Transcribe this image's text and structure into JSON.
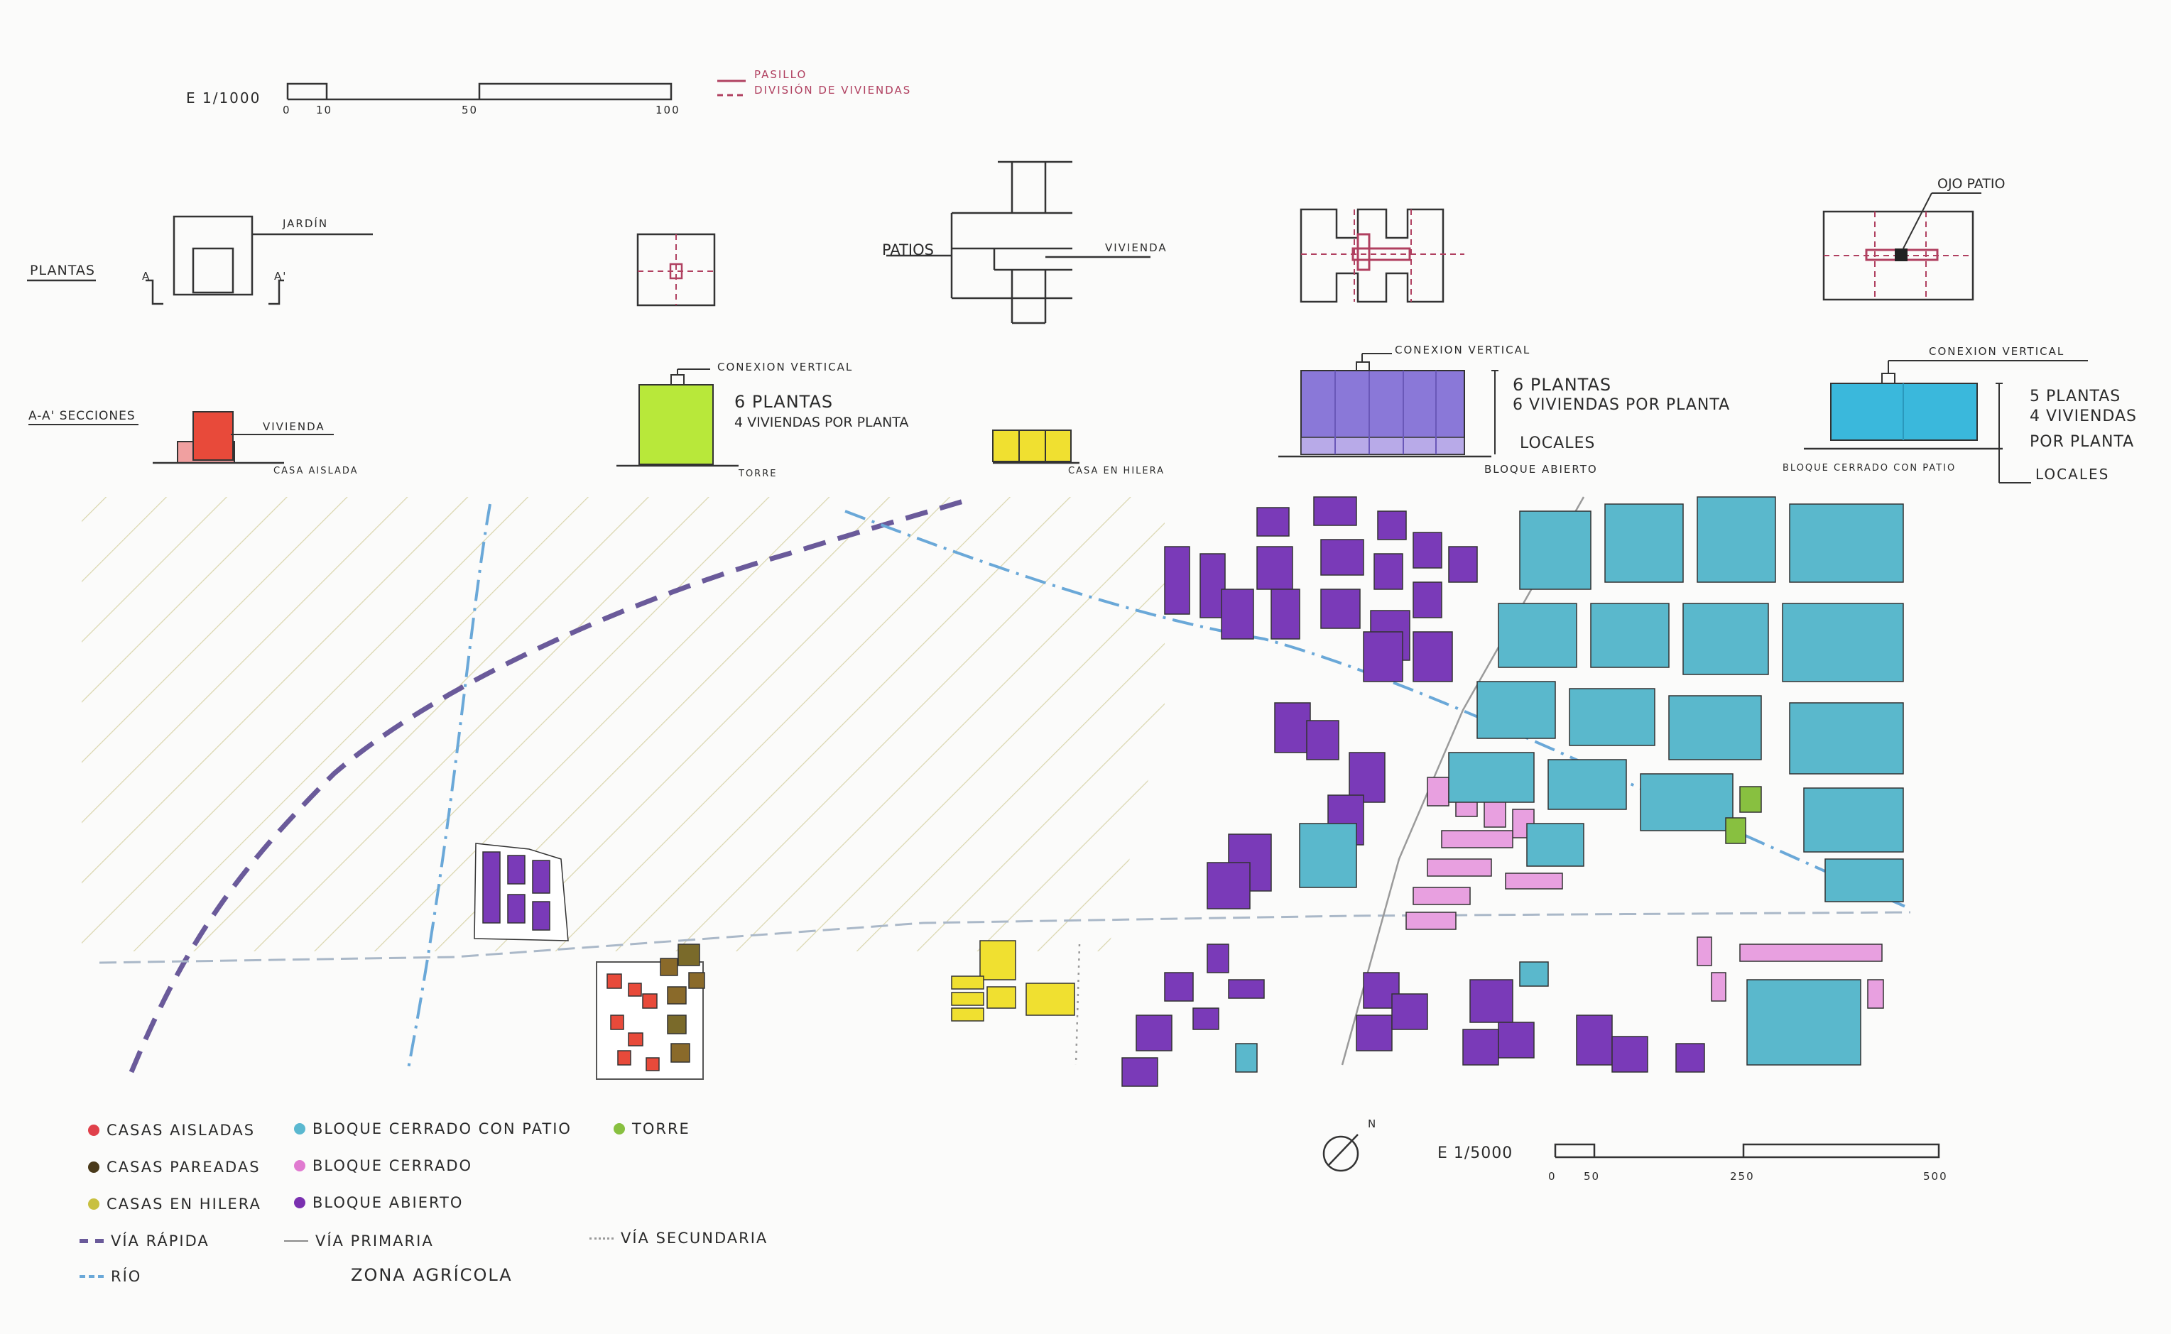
{
  "scale_top": {
    "label": "E 1/1000",
    "ticks": [
      "0",
      "10",
      "50",
      "100"
    ]
  },
  "scale_bottom": {
    "label": "E 1/5000",
    "ticks": [
      "0",
      "50",
      "250",
      "500"
    ]
  },
  "line_legend": {
    "pasillo": "PASILLO",
    "division": "DIVISIÓN DE VIVIENDAS"
  },
  "row_labels": {
    "plantas": "PLANTAS",
    "secciones": "A-A' SECCIONES"
  },
  "typologies": {
    "casa_aislada": {
      "name": "CASA AISLADA",
      "jardin": "JARDÍN",
      "vivienda": "VIVIENDA",
      "a": "A",
      "a_prime": "A'"
    },
    "torre": {
      "name": "TORRE",
      "conexion": "CONEXION VERTICAL",
      "plantas": "6 PLANTAS",
      "viviendas": "4 VIVIENDAS POR PLANTA"
    },
    "casa_hilera": {
      "name": "CASA EN HILERA",
      "patios": "PATIOS",
      "vivienda": "VIVIENDA"
    },
    "bloque_abierto": {
      "name": "BLOQUE ABIERTO",
      "conexion": "CONEXION VERTICAL",
      "plantas": "6 PLANTAS",
      "viviendas": "6 VIVIENDAS POR PLANTA",
      "locales": "LOCALES"
    },
    "bloque_patio": {
      "name": "BLOQUE CERRADO CON PATIO",
      "ojo": "OJO PATIO",
      "conexion": "CONEXION VERTICAL",
      "plantas": "5 PLANTAS",
      "viviendas": "4 VIVIENDAS",
      "por_planta": "POR PLANTA",
      "locales": "LOCALES"
    }
  },
  "north": "N",
  "legend": [
    {
      "label": "CASAS AISLADAS",
      "color": "#e0404a",
      "kind": "dot"
    },
    {
      "label": "CASAS PAREADAS",
      "color": "#4a3a1a",
      "kind": "dot"
    },
    {
      "label": "CASAS EN HILERA",
      "color": "#c8c040",
      "kind": "dot"
    },
    {
      "label": "VÍA RÁPIDA",
      "color": "#6a5a9a",
      "kind": "dash"
    },
    {
      "label": "RÍO",
      "color": "#6aa8d8",
      "kind": "dashdot"
    },
    {
      "label": "BLOQUE CERRADO CON PATIO",
      "color": "#5ab8d0",
      "kind": "dot"
    },
    {
      "label": "BLOQUE CERRADO",
      "color": "#e07ad0",
      "kind": "dot"
    },
    {
      "label": "BLOQUE ABIERTO",
      "color": "#7a30b0",
      "kind": "dot"
    },
    {
      "label": "VÍA PRIMARIA",
      "color": "#8a8a8a",
      "kind": "line"
    },
    {
      "label": "TORRE",
      "color": "#88c040",
      "kind": "dot"
    },
    {
      "label": "VÍA SECUNDARIA",
      "color": "#9a9a9a",
      "kind": "dots"
    },
    {
      "label": "ZONA AGRÍCOLA",
      "color": "#d8d4a8",
      "kind": "none"
    }
  ],
  "colors": {
    "casa_aislada": "#e84a3a",
    "torre": "#b8e83a",
    "hilera": "#f0e030",
    "bloque_abierto": "#8a78d8",
    "bloque_patio": "#3ab8dc",
    "cerrado": "#e8a0e0",
    "abierto_map": "#7a3ab8",
    "patio_map": "#5ab8cc"
  }
}
